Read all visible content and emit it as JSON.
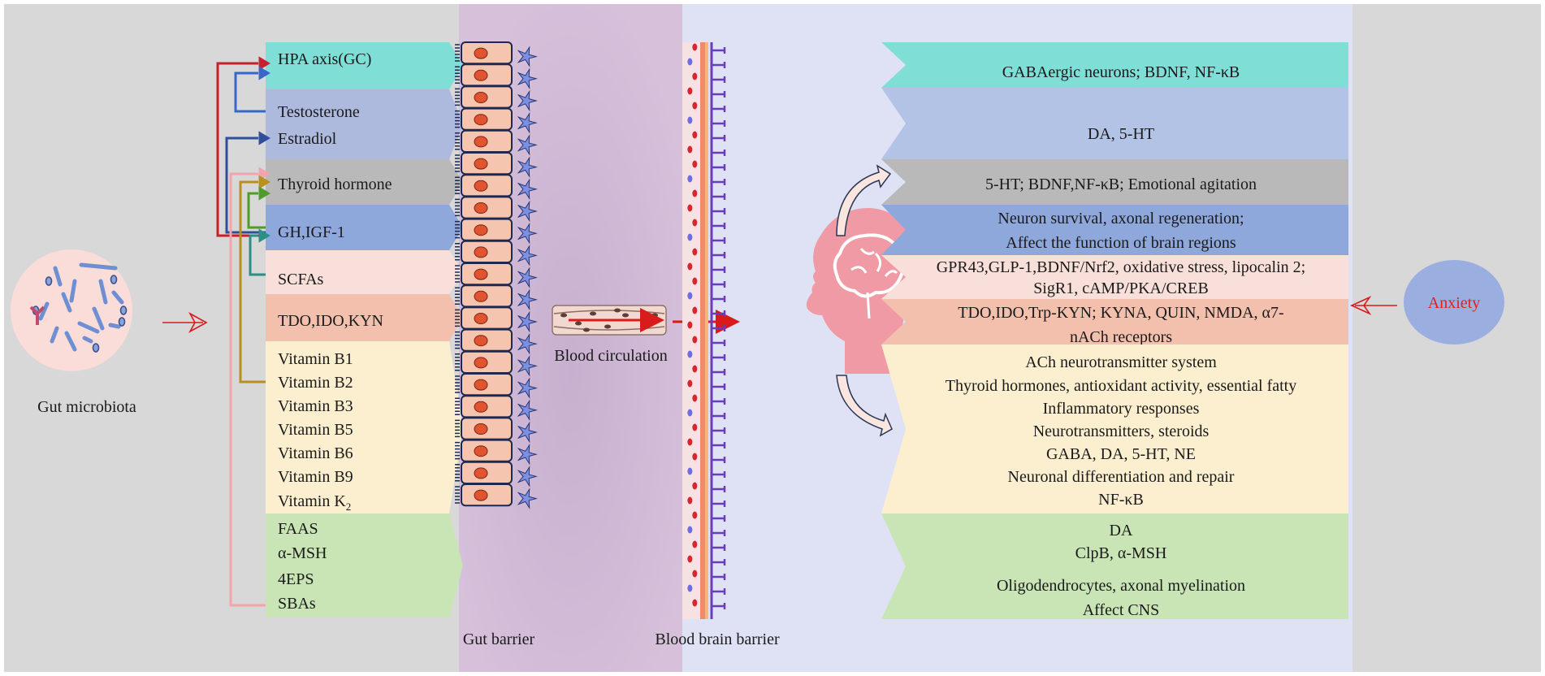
{
  "microbiota_label": "Gut microbiota",
  "left_factors": [
    {
      "name": "HPA axis(GC)",
      "color": "#7fded6"
    },
    {
      "name": "Testosterone",
      "color": "#adb9dd"
    },
    {
      "name": "Estradiol",
      "color": "#adb9dd"
    },
    {
      "name": "Thyroid hormone",
      "color": "#b9b9b9"
    },
    {
      "name": "GH,IGF-1",
      "color": "#8fa8dc"
    },
    {
      "name": "SCFAs",
      "color": "#f8dfd9"
    },
    {
      "name": "TDO,IDO,KYN",
      "color": "#f3c0ae"
    },
    {
      "name": "Vitamin B1",
      "color": "#fbefcf"
    },
    {
      "name": "Vitamin B2",
      "color": "#fbefcf"
    },
    {
      "name": "Vitamin B3",
      "color": "#fbefcf"
    },
    {
      "name": "Vitamin B5",
      "color": "#fbefcf"
    },
    {
      "name": "Vitamin B6",
      "color": "#fbefcf"
    },
    {
      "name": "Vitamin B9",
      "color": "#fbefcf"
    },
    {
      "name": "Vitamin K",
      "subscript": "2",
      "color": "#fbefcf"
    },
    {
      "name": "FAAS",
      "color": "#c9e5b5"
    },
    {
      "name": "α-MSH",
      "color": "#c9e5b5"
    },
    {
      "name": "4EPS",
      "color": "#c9e5b5"
    },
    {
      "name": "SBAs",
      "color": "#c9e5b5"
    }
  ],
  "gut_barrier_label": "Gut barrier",
  "blood_circulation_label": "Blood circulation",
  "bbb_label": "Blood brain barrier",
  "right_effects": [
    {
      "lines": [
        "GABAergic neurons; BDNF, NF-κB"
      ],
      "color": "#7fded6"
    },
    {
      "lines": [
        "DA, 5-HT"
      ],
      "color": "#b3c3e6"
    },
    {
      "lines": [
        "5-HT; BDNF,NF-κB; Emotional agitation"
      ],
      "color": "#b9b9b9"
    },
    {
      "lines": [
        "Neuron survival, axonal regeneration;",
        "Affect the function of brain regions"
      ],
      "color": "#8fa8dc"
    },
    {
      "lines": [
        "GPR43,GLP-1,BDNF/Nrf2, oxidative stress, lipocalin 2;",
        "SigR1, cAMP/PKA/CREB"
      ],
      "color": "#f8dfd9"
    },
    {
      "lines": [
        "TDO,IDO,Trp-KYN; KYNA, QUIN, NMDA, α7-",
        "nACh receptors"
      ],
      "color": "#f3c0ae"
    },
    {
      "lines": [
        "ACh neurotransmitter system",
        "Thyroid hormones, antioxidant activity, essential fatty",
        "Inflammatory responses",
        "Neurotransmitters, steroids",
        "GABA, DA, 5-HT, NE",
        "Neuronal differentiation and repair",
        "NF-κB"
      ],
      "color": "#fbefcf"
    },
    {
      "lines": [
        "DA",
        "ClpB, α-MSH",
        "",
        "Oligodendrocytes,  axonal myelination",
        "Affect CNS"
      ],
      "color": "#c9e5b5"
    }
  ],
  "outcome_label": "Anxiety",
  "colors": {
    "outer_gray": "#d8d8d8",
    "purple_panel": "#d4bcd8",
    "light_blue_panel": "#dfe2f4",
    "outcome_fill": "#9aaee0",
    "outcome_text": "#e02020",
    "arrow_red": "#d81b1b",
    "head_pink": "#ef9aa4"
  }
}
